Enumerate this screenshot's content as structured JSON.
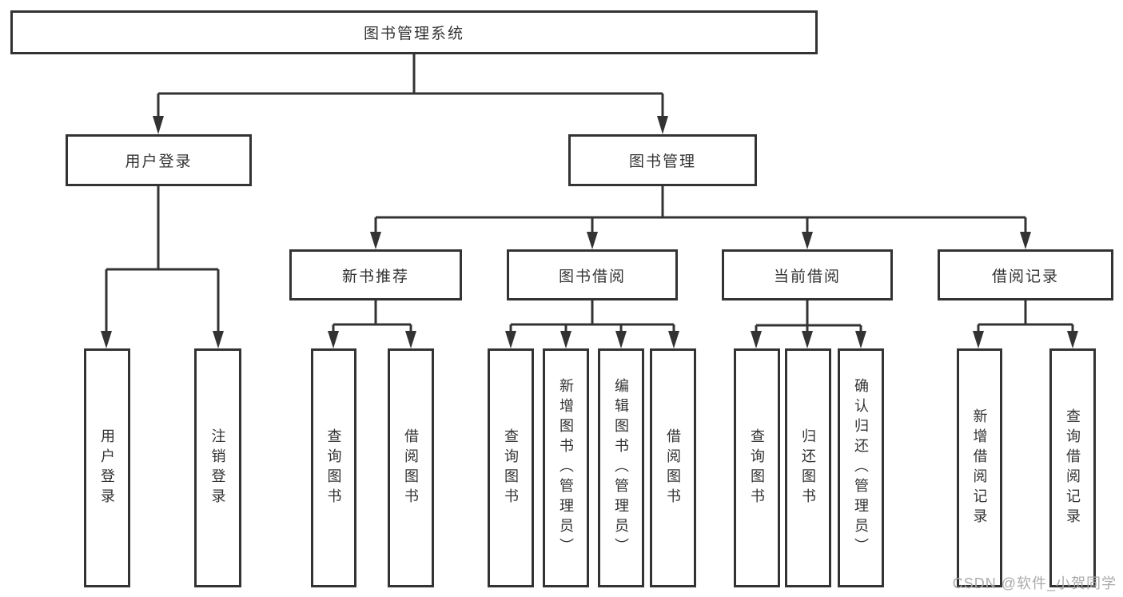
{
  "diagram": {
    "title": "图书管理系统",
    "root": {
      "label": "图书管理系统"
    },
    "branches": [
      {
        "label": "用户登录",
        "children": [
          {
            "label": "用户登录"
          },
          {
            "label": "注销登录"
          }
        ]
      },
      {
        "label": "图书管理",
        "children": [
          {
            "label": "新书推荐",
            "children": [
              {
                "label": "查询图书"
              },
              {
                "label": "借阅图书"
              }
            ]
          },
          {
            "label": "图书借阅",
            "children": [
              {
                "label": "查询图书"
              },
              {
                "label": "新增图书（管理员）"
              },
              {
                "label": "编辑图书（管理员）"
              },
              {
                "label": "借阅图书"
              }
            ]
          },
          {
            "label": "当前借阅",
            "children": [
              {
                "label": "查询图书"
              },
              {
                "label": "归还图书"
              },
              {
                "label": "确认归还（管理员）"
              }
            ]
          },
          {
            "label": "借阅记录",
            "children": [
              {
                "label": "新增借阅记录"
              },
              {
                "label": "查询借阅记录"
              }
            ]
          }
        ]
      }
    ]
  },
  "watermark": "CSDN @软件_小贺同学",
  "colors": {
    "line": "#333333",
    "box_border": "#333333",
    "box_background": "#ffffff",
    "text": "#333333",
    "watermark": "#ababab"
  }
}
